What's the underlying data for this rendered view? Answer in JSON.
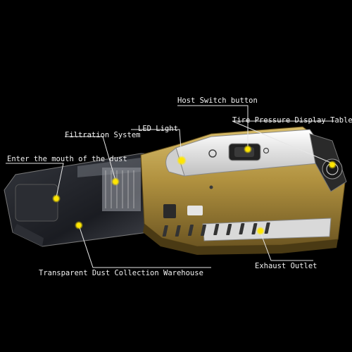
{
  "callouts": {
    "host_switch": "Host Switch button",
    "tire_pressure": "Tire Pressure Display Table",
    "led_light": "LED Light",
    "filtration": "Filtration System",
    "mouth": "Enter the mouth of the dust",
    "dust_warehouse": "Transparent Dust Collection Warehouse",
    "exhaust": "Exhaust Outlet"
  },
  "colors": {
    "background": "#000000",
    "body_gold": "#b0913f",
    "body_dark_gold": "#7a6228",
    "panel_silver": "#dcdcdc",
    "marker_yellow": "#ffe600",
    "leader_line": "#e6e6e6"
  }
}
